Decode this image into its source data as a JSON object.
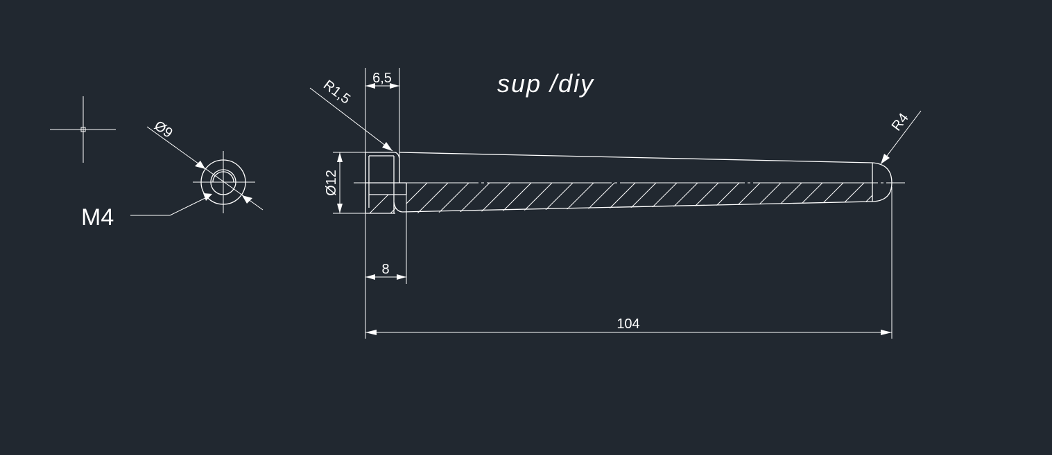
{
  "drawing": {
    "background_color": "#212830",
    "line_color": "#ffffff",
    "title_text": "sup /diy",
    "dimensions": {
      "dia_9": "Ø9",
      "thread": "M4",
      "radius_1_5": "R1,5",
      "width_6_5": "6,5",
      "dia_12": "Ø12",
      "length_8": "8",
      "radius_4": "R4",
      "length_104": "104"
    }
  }
}
